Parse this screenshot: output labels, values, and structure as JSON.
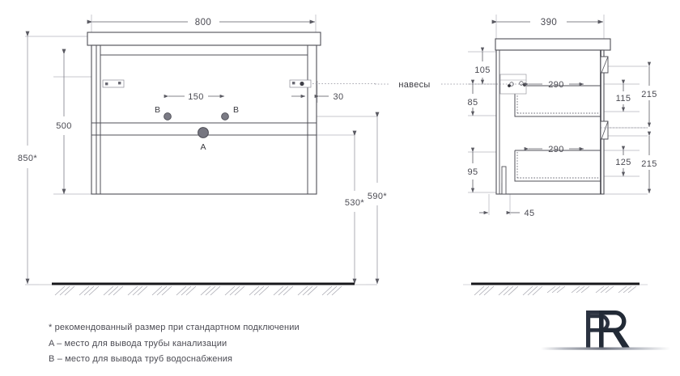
{
  "drawing": {
    "title": "Bathroom vanity cabinet — dimensioned elevation and side view",
    "units": "mm",
    "line_color": "#5a5a62",
    "heavy_color": "#2b2b30",
    "text_color": "#4a4a52",
    "marker_color": "#6e6e78"
  },
  "front_view": {
    "name": "front-elevation",
    "dimensions": {
      "width": "800",
      "body_height": "500",
      "total_height": "850*",
      "spout_spacing": "150",
      "side_offset": "30",
      "drain_height": "530*",
      "water_height": "590*"
    },
    "markers": [
      {
        "label": "B",
        "id": "water-left"
      },
      {
        "label": "B",
        "id": "water-right"
      },
      {
        "label": "A",
        "id": "drain-center"
      }
    ]
  },
  "side_view": {
    "name": "side-elevation",
    "dimensions": {
      "depth": "390",
      "top_to_hanger": "105",
      "hanger_to_shelf": "85",
      "lower_offset": "95",
      "drawer_upper_depth": "290",
      "drawer_lower_depth": "290",
      "drawer_upper_inner": "115",
      "drawer_upper_outer": "215",
      "drawer_lower_inner": "125",
      "drawer_lower_outer": "215",
      "plinth_offset": "45"
    },
    "hanger_label": "навесы"
  },
  "legend": {
    "lines": [
      "* рекомендованный размер при стандартном подключении",
      "A – место для вывода трубы канализации",
      "B – место для вывода труб водоснабжения"
    ]
  },
  "logo": {
    "text": "PR",
    "alt": "PR monogram logo"
  }
}
